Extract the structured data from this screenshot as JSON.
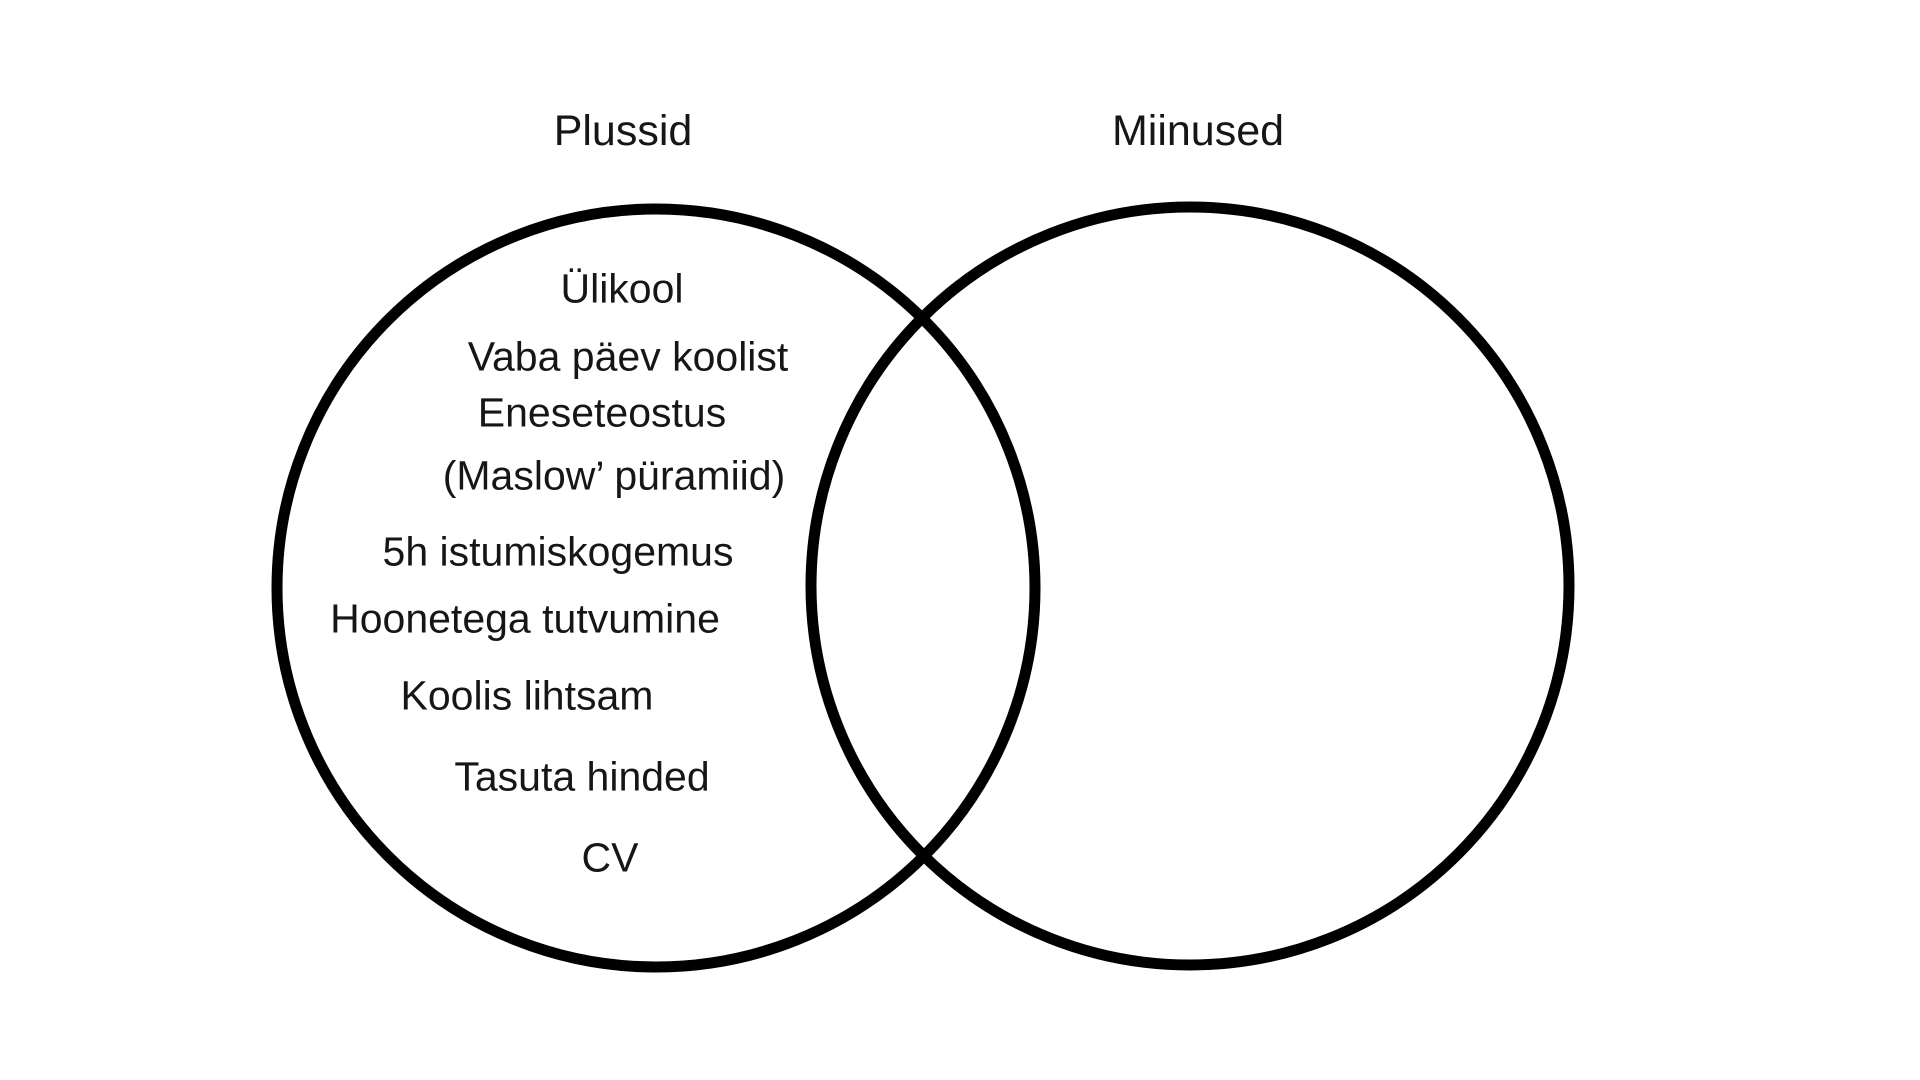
{
  "diagram": {
    "type": "venn",
    "colors": {
      "background": "#ffffff",
      "circle_stroke": "#000000",
      "text": "#161616"
    }
  },
  "venn": {
    "left": {
      "title": "Plussid",
      "items": [
        "Ülikool",
        "Vaba päev koolist",
        "Eneseteostus",
        "(Maslow’ püramiid)",
        "5h istumiskogemus",
        "Hoonetega tutvumine",
        "Koolis lihtsam",
        "Tasuta hinded",
        "CV"
      ]
    },
    "right": {
      "title": "Miinused",
      "items": []
    }
  }
}
